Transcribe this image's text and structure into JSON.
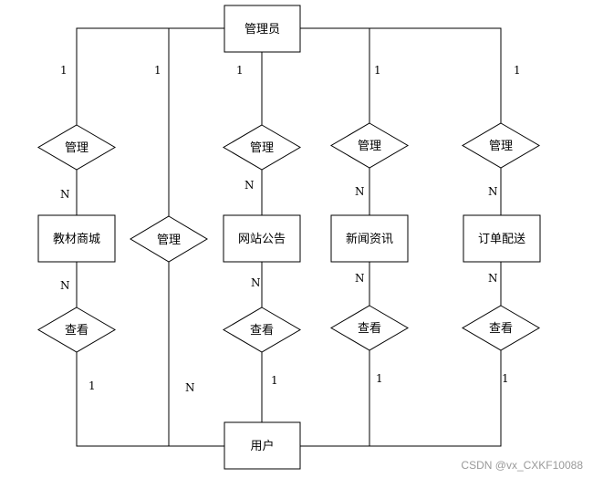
{
  "diagram": {
    "entities": {
      "admin": "管理员",
      "user": "用户",
      "materials_mall": "教材商城",
      "site_notice": "网站公告",
      "news": "新闻资讯",
      "order_delivery": "订单配送"
    },
    "relations": {
      "manage_mall": "管理",
      "manage_users": "管理",
      "manage_notice": "管理",
      "manage_news": "管理",
      "manage_order": "管理",
      "view_mall": "查看",
      "view_notice": "查看",
      "view_news": "查看",
      "view_order": "查看"
    },
    "cardinalities": {
      "one": "1",
      "many": "N"
    }
  },
  "watermark": "CSDN @vx_CXKF10088"
}
